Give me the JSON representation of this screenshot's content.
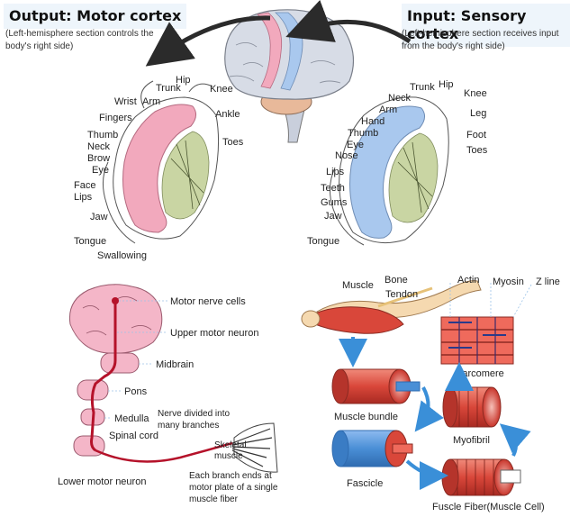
{
  "output_title": "Output: Motor cortex",
  "output_note_1": "(Left-hemisphere section controls the",
  "output_note_2": "body's right side)",
  "input_title": "Input: Sensory cortex",
  "input_note_1": "(Left-hemisphere section receives input",
  "input_note_2": "from the body's right side)",
  "motor_labels": {
    "hip": "Hip",
    "trunk": "Trunk",
    "knee": "Knee",
    "wrist": "Wrist",
    "arm": "Arm",
    "ankle": "Ankle",
    "fingers": "Fingers",
    "toes": "Toes",
    "thumb": "Thumb",
    "neck": "Neck",
    "brow": "Brow",
    "eye": "Eye",
    "face": "Face",
    "lips": "Lips",
    "jaw": "Jaw",
    "tongue": "Tongue",
    "swallowing": "Swallowing"
  },
  "sensory_labels": {
    "trunk": "Trunk",
    "hip": "Hip",
    "knee": "Knee",
    "neck": "Neck",
    "leg": "Leg",
    "arm": "Arm",
    "hand": "Hand",
    "thumb": "Thumb",
    "foot": "Foot",
    "eye": "Eye",
    "toes": "Toes",
    "nose": "Nose",
    "lips": "Lips",
    "teeth": "Teeth",
    "gums": "Gums",
    "jaw": "Jaw",
    "tongue": "Tongue"
  },
  "neuron_labels": {
    "motor_nerve_cells": "Motor nerve cells",
    "upper_motor_neuron": "Upper motor neuron",
    "midbrain": "Midbrain",
    "pons": "Pons",
    "medulla": "Medulla",
    "nerve_divided_1": "Nerve divided into",
    "nerve_divided_2": "many branches",
    "spinal_cord": "Spinal cord",
    "skeletal_1": "Skeletal",
    "skeletal_2": "muscle",
    "lower_motor_neuron": "Lower motor neuron",
    "branch_1": "Each branch ends at",
    "branch_2": "motor plate of a single",
    "branch_3": "muscle fiber"
  },
  "muscle_labels": {
    "muscle": "Muscle",
    "bone": "Bone",
    "tendon": "Tendon",
    "actin": "Actin",
    "myosin": "Myosin",
    "zline": "Z line",
    "sarcomere": "Sarcomere",
    "muscle_bundle": "Muscle bundle",
    "myofibril": "Myofibril",
    "fascicle": "Fascicle",
    "fiber": "Fuscle Fiber(Muscle Cell)"
  },
  "colors": {
    "motor_cortex": "#f2a9bd",
    "sensory_cortex": "#a9c8ee",
    "brain": "#d7dce6",
    "arrow": "#2b2b2b",
    "nerve": "#b5122a",
    "muscle_red": "#d9473a",
    "fascicle_blue": "#4a8fd6",
    "flow_arrow": "#3a8fd8",
    "title_bg": "#eef5fb"
  }
}
